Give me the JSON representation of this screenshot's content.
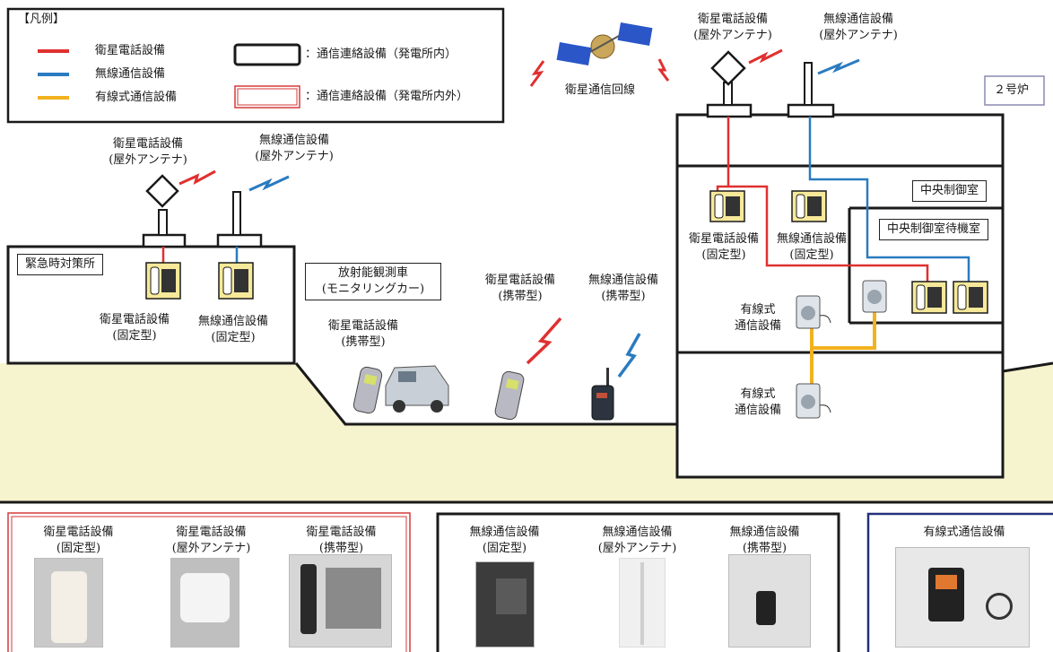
{
  "legend": {
    "title": "【凡例】",
    "lines": [
      {
        "label": "衛星電話設備",
        "color": "#e03030"
      },
      {
        "label": "無線通信設備",
        "color": "#2a7bc0"
      },
      {
        "label": "有線式通信設備",
        "color": "#f2b21e"
      }
    ],
    "boxes": [
      {
        "label": "：通信連絡設備（発電所内）"
      },
      {
        "label": "：通信連絡設備（発電所内外）"
      }
    ]
  },
  "satellite": {
    "label": "衛星通信回線"
  },
  "unit_label": "２号炉",
  "emergency_office": {
    "title": "緊急時対策所",
    "sat_antenna_label": "衛星電話設備\n(屋外アンテナ)",
    "radio_antenna_label": "無線通信設備\n(屋外アンテナ)",
    "sat_fixed_label": "衛星電話設備\n(固定型)",
    "radio_fixed_label": "無線通信設備\n(固定型)"
  },
  "monitoring_car": {
    "title": "放射能観測車\n(モニタリングカー)",
    "sat_portable_label": "衛星電話設備\n(携帯型)"
  },
  "field": {
    "sat_portable_label": "衛星電話設備\n(携帯型)",
    "radio_portable_label": "無線通信設備\n(携帯型)"
  },
  "reactor": {
    "sat_antenna_label": "衛星電話設備\n(屋外アンテナ)",
    "radio_antenna_label": "無線通信設備\n(屋外アンテナ)",
    "control_room": "中央制御室",
    "standby_room": "中央制御室待機室",
    "sat_fixed_label": "衛星電話設備\n(固定型)",
    "radio_fixed_label": "無線通信設備\n(固定型)",
    "wired_label_1": "有線式\n通信設備",
    "wired_label_2": "有線式\n通信設備"
  },
  "bottom_panels": [
    {
      "items": [
        "衛星電話設備\n(固定型)",
        "衛星電話設備\n(屋外アンテナ)",
        "衛星電話設備\n(携帯型)"
      ]
    },
    {
      "items": [
        "無線通信設備\n(固定型)",
        "無線通信設備\n(屋外アンテナ)",
        "無線通信設備\n(携帯型)"
      ]
    },
    {
      "items": [
        "有線式通信設備"
      ]
    }
  ],
  "colors": {
    "satellite_red": "#e03030",
    "radio_blue": "#2a7bc0",
    "wired_yellow": "#f2b21e",
    "ground": "#f6f3cf",
    "panel_red": "#d63a3a",
    "panel_black": "#1a1a1a",
    "panel_navy": "#23307a"
  }
}
